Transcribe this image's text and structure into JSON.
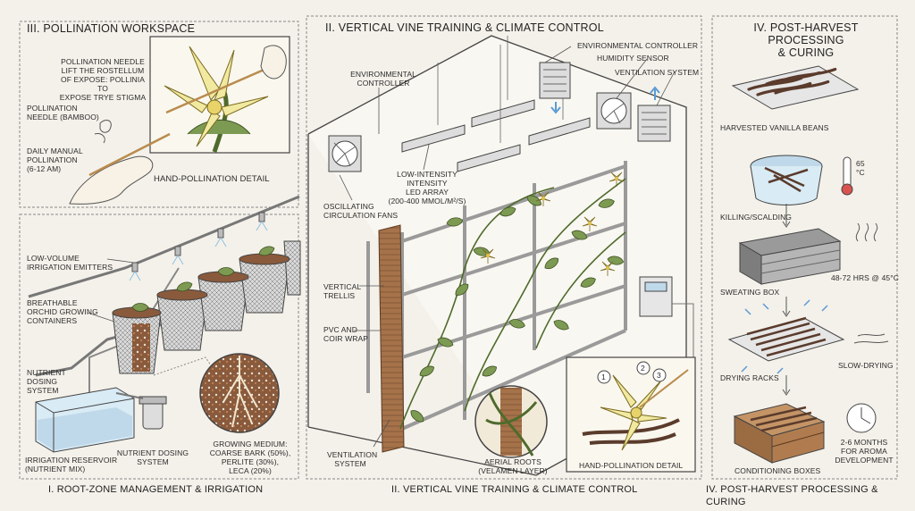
{
  "panels": {
    "pollination": {
      "title": "III. POLLINATION WORKSPACE",
      "needle_note": "POLLINATION NEEDLE\nLIFT THE ROSTELLUM\nOF EXPOSE: POLLINIA TO\nEXPOSE TRYE STIGMA",
      "needle_bamboo": "POLLINATION\nNEEDLE (BAMBOO)",
      "daily": "DAILY MANUAL\nPOLLINATION\n(6-12 AM)",
      "detail_caption": "HAND-POLLINATION DETAIL"
    },
    "rootzone": {
      "caption": "I. ROOT-ZONE MANAGEMENT & IRRIGATION",
      "emitters": "LOW-VOLUME\nIRRIGATION EMITTERS",
      "containers": "BREATHABLE\nORCHID GROWING\nCONTAINERS",
      "dosing_left": "NUTRIENT\nDOSING\nSYSTEM",
      "reservoir": "IRRIGATION RESERVOIR\n(NUTRIENT MIX)",
      "dosing_bottom": "NUTRIENT DOSING\nSYSTEM",
      "medium": "GROWING MEDIUM:\nCOARSE BARK (50%),\nPERLITE (30%),\nLECA (20%)"
    },
    "vine": {
      "title": "II. VERTICAL VINE TRAINING & CLIMATE CONTROL",
      "caption": "II. VERTICAL VINE TRAINING & CLIMATE CONTROL",
      "env_left": "ENVIRONMENTAL\nCONTROLLER",
      "env_right": "ENVIRONMENTAL CONTROLLER",
      "humidity": "HUMIDITY SENSOR",
      "ventilation_top": "VENTILATION SYSTEM",
      "led": "LOW-INTENSITY\nINTENSITY\nLED ARRAY\n(200-400 μmol/m²/s)",
      "fans": "OSCILLATING\nCIRCULATION FANS",
      "trellis": "VERTICAL\nTRELLIS",
      "pvc": "PVC AND\nCOIR WRAP",
      "ventilation_bottom": "VENTILATION\nSYSTEM",
      "aerial": "AERIAL ROOTS\n(VELAMEN LAYER)",
      "detail_caption": "HAND-POLLINATION DETAIL",
      "steps": [
        "1",
        "2",
        "3"
      ]
    },
    "postharvest": {
      "title": "IV. POST-HARVEST PROCESSING\n& CURING",
      "caption": "IV. POST-HARVEST PROCESSING & CURING",
      "beans": "HARVESTED VANILLA BEANS",
      "temp": "65\n°C",
      "killing": "KILLING/SCALDING",
      "sweating": "SWEATING BOX",
      "sweat_time": "48-72 HRS @ 45°C",
      "drying": "DRYING RACKS",
      "slow": "SLOW-DRYING",
      "conditioning": "CONDITIONING BOXES",
      "months": "2-6 MONTHS\nFOR AROMA\nDEVELOPMENT"
    }
  },
  "colors": {
    "background": "#f4f1ea",
    "leaf": "#7d9a52",
    "flower": "#f1e9a0",
    "coir": "#a5724a",
    "soil": "#8a5a3c",
    "water": "#bfd9ea",
    "bean": "#5a3b2c",
    "line": "#3c3c3c"
  }
}
